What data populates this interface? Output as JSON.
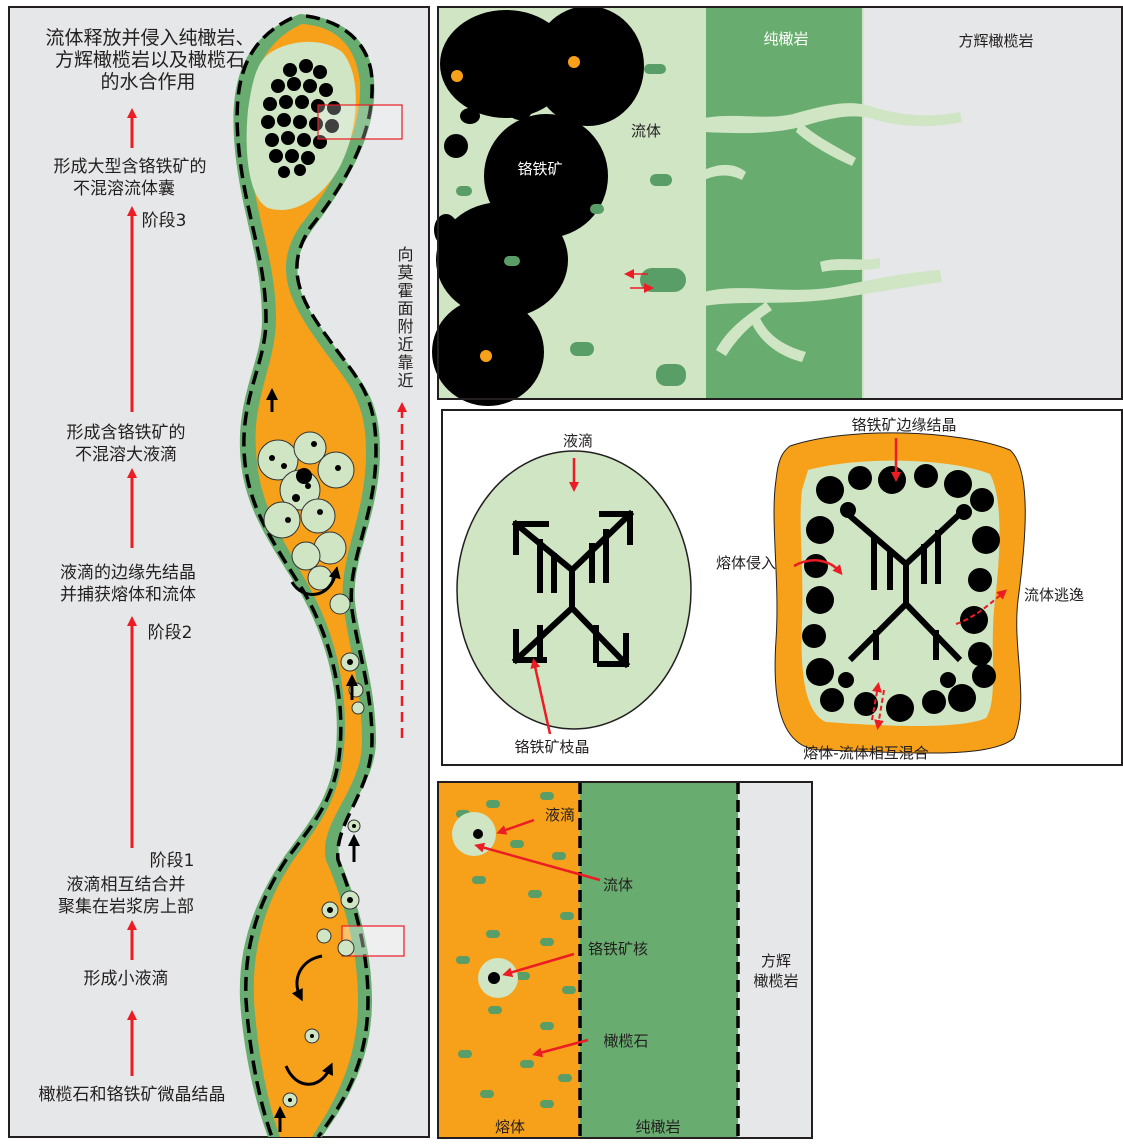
{
  "colors": {
    "panel_bg": "#e6e7e8",
    "melt_orange": "#f7a11b",
    "dunite_green": "#68ad6f",
    "fluid_pale_green": "#cfe5c4",
    "olivine_green": "#5a9e67",
    "chromite_black": "#000000",
    "arrow_red": "#ec1c24"
  },
  "left_panel": {
    "stages": [
      "流体释放并侵入纯橄岩、",
      "方辉橄榄岩以及橄榄石",
      "的水合作用",
      "形成大型含铬铁矿的",
      "不混溶流体囊",
      "阶段3",
      "形成含铬铁矿的",
      "不混溶大液滴",
      "液滴的边缘先结晶",
      "并捕获熔体和流体",
      "阶段2",
      "阶段1",
      "液滴相互结合并",
      "聚集在岩浆房上部",
      "形成小液滴",
      "橄榄石和铬铁矿微晶结晶"
    ],
    "vertical_label": "向莫霍面附近靠近"
  },
  "top_right": {
    "pure_dunite": "纯橄岩",
    "harzburgite": "方辉橄榄岩",
    "fluid": "流体",
    "chromite": "铬铁矿"
  },
  "middle_right": {
    "droplet": "液滴",
    "dendrite": "铬铁矿枝晶",
    "rim_crystallization": "铬铁矿边缘结晶",
    "melt_intrusion": "熔体侵入",
    "fluid_escape": "流体逃逸",
    "mixing": "熔体-流体相互混合"
  },
  "bottom_right": {
    "droplet": "液滴",
    "fluid": "流体",
    "chromite_core": "铬铁矿核",
    "olivine": "橄榄石",
    "melt": "熔体",
    "pure_dunite": "纯橄岩",
    "harzburgite_1": "方辉",
    "harzburgite_2": "橄榄岩"
  }
}
